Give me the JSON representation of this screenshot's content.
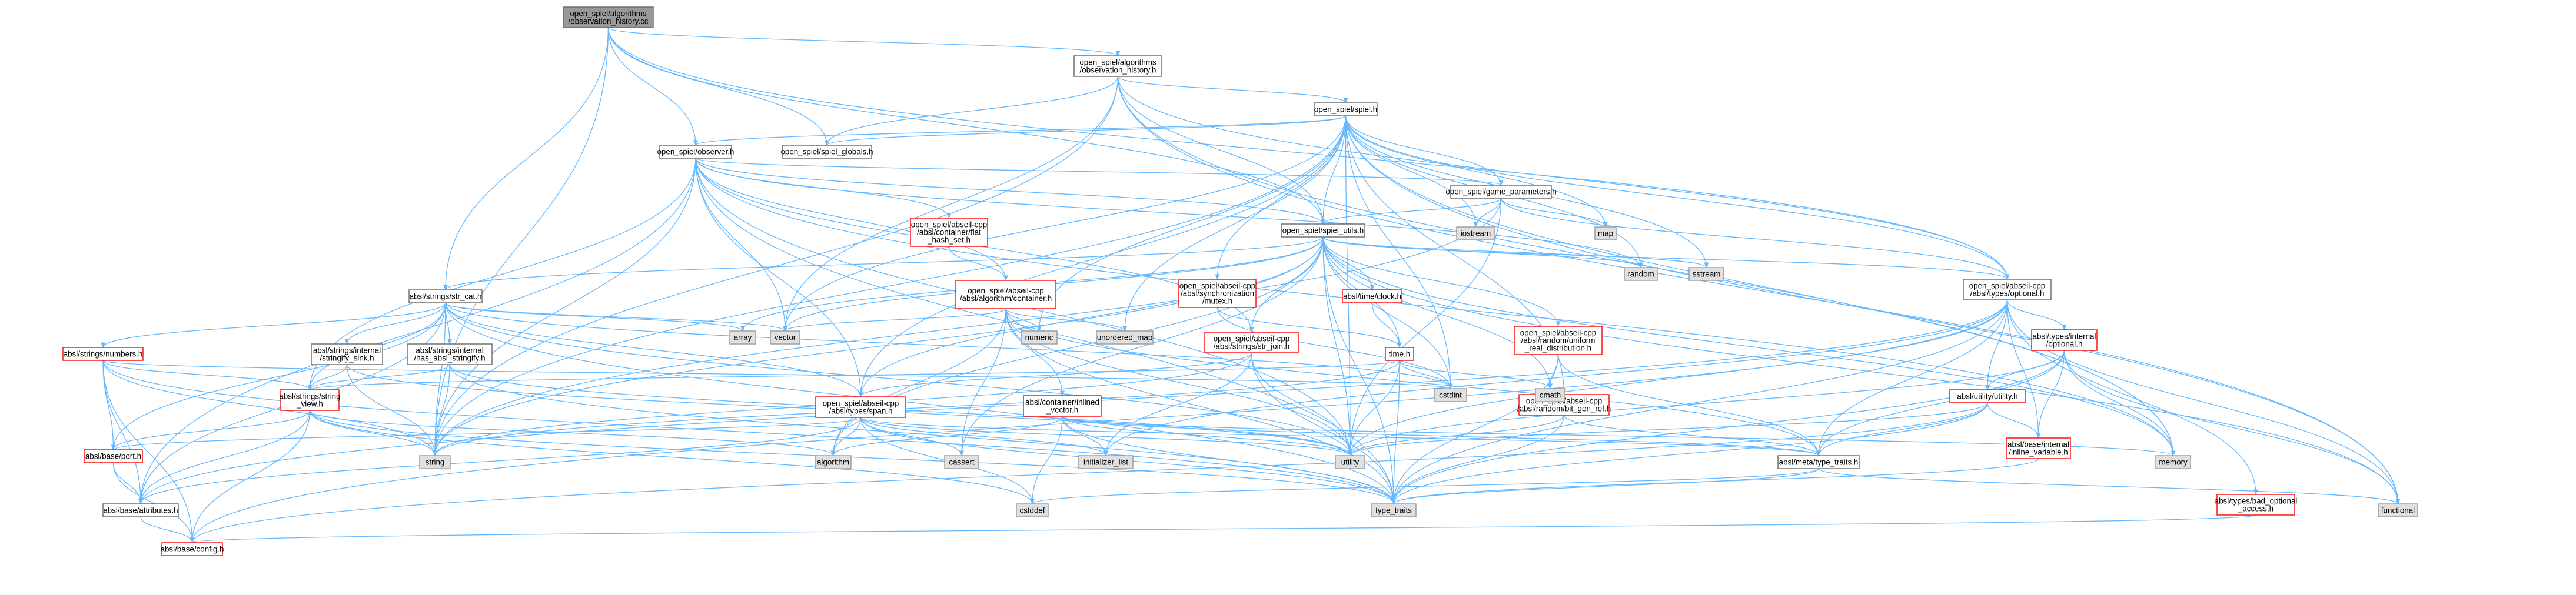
{
  "nodes": [
    {
      "id": "oh_cc",
      "lines": [
        "open_spiel/algorithms",
        "/observation_history.cc"
      ],
      "style": "root"
    },
    {
      "id": "oh_h",
      "lines": [
        "open_spiel/algorithms",
        "/observation_history.h"
      ],
      "style": "normal"
    },
    {
      "id": "spiel_h",
      "lines": [
        "open_spiel/spiel.h"
      ],
      "style": "normal"
    },
    {
      "id": "observer_h",
      "lines": [
        "open_spiel/observer.h"
      ],
      "style": "normal"
    },
    {
      "id": "spiel_globals",
      "lines": [
        "open_spiel/spiel_globals.h"
      ],
      "style": "normal"
    },
    {
      "id": "game_params",
      "lines": [
        "open_spiel/game_parameters.h"
      ],
      "style": "normal"
    },
    {
      "id": "flat_hash_set",
      "lines": [
        "open_spiel/abseil-cpp",
        "/absl/container/flat",
        "_hash_set.h"
      ],
      "style": "truncated"
    },
    {
      "id": "spiel_utils",
      "lines": [
        "open_spiel/spiel_utils.h"
      ],
      "style": "normal"
    },
    {
      "id": "absl_optional",
      "lines": [
        "open_spiel/abseil-cpp",
        "/absl/types/optional.h"
      ],
      "style": "normal"
    },
    {
      "id": "str_cat",
      "lines": [
        "absl/strings/str_cat.h"
      ],
      "style": "normal"
    },
    {
      "id": "algo_container",
      "lines": [
        "open_spiel/abseil-cpp",
        "/absl/algorithm/container.h"
      ],
      "style": "truncated"
    },
    {
      "id": "sync_mutex",
      "lines": [
        "open_spiel/abseil-cpp",
        "/absl/synchronization",
        "/mutex.h"
      ],
      "style": "truncated"
    },
    {
      "id": "clock_h",
      "lines": [
        "absl/time/clock.h"
      ],
      "style": "truncated"
    },
    {
      "id": "str_join",
      "lines": [
        "open_spiel/abseil-cpp",
        "/absl/strings/str_join.h"
      ],
      "style": "truncated"
    },
    {
      "id": "uniform_real",
      "lines": [
        "open_spiel/abseil-cpp",
        "/absl/random/uniform",
        "_real_distribution.h"
      ],
      "style": "truncated"
    },
    {
      "id": "types_internal_optional",
      "lines": [
        "absl/types/internal",
        "/optional.h"
      ],
      "style": "truncated"
    },
    {
      "id": "numbers_h",
      "lines": [
        "absl/strings/numbers.h"
      ],
      "style": "truncated"
    },
    {
      "id": "stringify_sink",
      "lines": [
        "absl/strings/internal",
        "/stringify_sink.h"
      ],
      "style": "normal"
    },
    {
      "id": "has_absl_stringify",
      "lines": [
        "absl/strings/internal",
        "/has_absl_stringify.h"
      ],
      "style": "normal"
    },
    {
      "id": "time_h",
      "lines": [
        "time.h"
      ],
      "style": "truncated"
    },
    {
      "id": "string_view",
      "lines": [
        "absl/strings/string",
        "_view.h"
      ],
      "style": "truncated"
    },
    {
      "id": "span_h",
      "lines": [
        "open_spiel/abseil-cpp",
        "/absl/types/span.h"
      ],
      "style": "truncated"
    },
    {
      "id": "inlined_vector",
      "lines": [
        "absl/container/inlined",
        "_vector.h"
      ],
      "style": "truncated"
    },
    {
      "id": "bit_gen_ref",
      "lines": [
        "open_spiel/abseil-cpp",
        "/absl/random/bit_gen_ref.h"
      ],
      "style": "truncated"
    },
    {
      "id": "utility_h",
      "lines": [
        "absl/utility/utility.h"
      ],
      "style": "truncated"
    },
    {
      "id": "inline_variable",
      "lines": [
        "absl/base/internal",
        "/inline_variable.h"
      ],
      "style": "truncated"
    },
    {
      "id": "bad_optional_access",
      "lines": [
        "absl/types/bad_optional",
        "_access.h"
      ],
      "style": "truncated"
    },
    {
      "id": "port_h",
      "lines": [
        "absl/base/port.h"
      ],
      "style": "truncated"
    },
    {
      "id": "attributes_h",
      "lines": [
        "absl/base/attributes.h"
      ],
      "style": "normal"
    },
    {
      "id": "config_h",
      "lines": [
        "absl/base/config.h"
      ],
      "style": "truncated"
    },
    {
      "id": "type_traits_h",
      "lines": [
        "absl/meta/type_traits.h"
      ],
      "style": "normal"
    },
    {
      "id": "std_iostream",
      "lines": [
        "iostream"
      ],
      "style": "system"
    },
    {
      "id": "std_map",
      "lines": [
        "map"
      ],
      "style": "system"
    },
    {
      "id": "std_random",
      "lines": [
        "random"
      ],
      "style": "system"
    },
    {
      "id": "std_sstream",
      "lines": [
        "sstream"
      ],
      "style": "system"
    },
    {
      "id": "std_array",
      "lines": [
        "array"
      ],
      "style": "system"
    },
    {
      "id": "std_vector",
      "lines": [
        "vector"
      ],
      "style": "system"
    },
    {
      "id": "std_numeric",
      "lines": [
        "numeric"
      ],
      "style": "system"
    },
    {
      "id": "std_unordered_map",
      "lines": [
        "unordered_map"
      ],
      "style": "system"
    },
    {
      "id": "std_cstdint",
      "lines": [
        "cstdint"
      ],
      "style": "system"
    },
    {
      "id": "std_cmath",
      "lines": [
        "cmath"
      ],
      "style": "system"
    },
    {
      "id": "std_string",
      "lines": [
        "string"
      ],
      "style": "system"
    },
    {
      "id": "std_algorithm",
      "lines": [
        "algorithm"
      ],
      "style": "system"
    },
    {
      "id": "std_cassert",
      "lines": [
        "cassert"
      ],
      "style": "system"
    },
    {
      "id": "std_utility",
      "lines": [
        "utility"
      ],
      "style": "system"
    },
    {
      "id": "std_initializer_list",
      "lines": [
        "initializer_list"
      ],
      "style": "system"
    },
    {
      "id": "std_cstddef",
      "lines": [
        "cstddef"
      ],
      "style": "system"
    },
    {
      "id": "std_type_traits",
      "lines": [
        "type_traits"
      ],
      "style": "system"
    },
    {
      "id": "std_memory",
      "lines": [
        "memory"
      ],
      "style": "system"
    },
    {
      "id": "std_functional",
      "lines": [
        "functional"
      ],
      "style": "system"
    }
  ],
  "edges": [
    [
      "oh_cc",
      "oh_h"
    ],
    [
      "oh_cc",
      "observer_h"
    ],
    [
      "oh_cc",
      "spiel_globals"
    ],
    [
      "oh_cc",
      "spiel_utils"
    ],
    [
      "oh_cc",
      "str_cat"
    ],
    [
      "oh_cc",
      "std_string"
    ],
    [
      "oh_cc",
      "absl_optional"
    ],
    [
      "oh_h",
      "spiel_h"
    ],
    [
      "oh_h",
      "spiel_globals"
    ],
    [
      "oh_h",
      "spiel_utils"
    ],
    [
      "oh_h",
      "absl_optional"
    ],
    [
      "oh_h",
      "std_memory"
    ],
    [
      "oh_h",
      "std_string"
    ],
    [
      "oh_h",
      "std_vector"
    ],
    [
      "oh_h",
      "std_functional"
    ],
    [
      "spiel_h",
      "observer_h"
    ],
    [
      "spiel_h",
      "spiel_globals"
    ],
    [
      "spiel_h",
      "game_params"
    ],
    [
      "spiel_h",
      "spiel_utils"
    ],
    [
      "spiel_h",
      "absl_optional"
    ],
    [
      "spiel_h",
      "sync_mutex"
    ],
    [
      "spiel_h",
      "bit_gen_ref"
    ],
    [
      "spiel_h",
      "span_h"
    ],
    [
      "spiel_h",
      "std_iostream"
    ],
    [
      "spiel_h",
      "std_map"
    ],
    [
      "spiel_h",
      "std_random"
    ],
    [
      "spiel_h",
      "std_sstream"
    ],
    [
      "spiel_h",
      "std_vector"
    ],
    [
      "spiel_h",
      "std_string"
    ],
    [
      "spiel_h",
      "std_numeric"
    ],
    [
      "spiel_h",
      "std_unordered_map"
    ],
    [
      "spiel_h",
      "std_utility"
    ],
    [
      "spiel_h",
      "std_memory"
    ],
    [
      "spiel_h",
      "std_functional"
    ],
    [
      "spiel_h",
      "std_cstdint"
    ],
    [
      "observer_h",
      "flat_hash_set"
    ],
    [
      "observer_h",
      "game_params"
    ],
    [
      "observer_h",
      "spiel_utils"
    ],
    [
      "observer_h",
      "algo_container"
    ],
    [
      "observer_h",
      "str_join"
    ],
    [
      "observer_h",
      "span_h"
    ],
    [
      "observer_h",
      "string_view"
    ],
    [
      "observer_h",
      "std_vector"
    ],
    [
      "observer_h",
      "std_string"
    ],
    [
      "observer_h",
      "std_utility"
    ],
    [
      "observer_h",
      "std_type_traits"
    ],
    [
      "observer_h",
      "std_memory"
    ],
    [
      "observer_h",
      "attributes_h"
    ],
    [
      "observer_h",
      "std_random"
    ],
    [
      "game_params",
      "spiel_utils"
    ],
    [
      "game_params",
      "std_iostream"
    ],
    [
      "game_params",
      "std_map"
    ],
    [
      "game_params",
      "std_string"
    ],
    [
      "game_params",
      "absl_optional"
    ],
    [
      "game_params",
      "std_utility"
    ],
    [
      "flat_hash_set",
      "algo_container"
    ],
    [
      "spiel_utils",
      "str_cat"
    ],
    [
      "spiel_utils",
      "std_vector"
    ],
    [
      "spiel_utils",
      "absl_optional"
    ],
    [
      "spiel_utils",
      "std_random"
    ],
    [
      "spiel_utils",
      "std_sstream"
    ],
    [
      "spiel_utils",
      "clock_h"
    ],
    [
      "spiel_utils",
      "str_join"
    ],
    [
      "spiel_utils",
      "uniform_real"
    ],
    [
      "spiel_utils",
      "span_h"
    ],
    [
      "spiel_utils",
      "std_array"
    ],
    [
      "spiel_utils",
      "std_cstdint"
    ],
    [
      "spiel_utils",
      "std_cmath"
    ],
    [
      "spiel_utils",
      "time_h"
    ],
    [
      "spiel_utils",
      "std_string"
    ],
    [
      "spiel_utils",
      "std_utility"
    ],
    [
      "spiel_utils",
      "std_type_traits"
    ],
    [
      "spiel_utils",
      "std_algorithm"
    ],
    [
      "spiel_utils",
      "std_functional"
    ],
    [
      "spiel_utils",
      "std_cassert"
    ],
    [
      "spiel_utils",
      "std_memory"
    ],
    [
      "absl_optional",
      "types_internal_optional"
    ],
    [
      "absl_optional",
      "utility_h"
    ],
    [
      "absl_optional",
      "inline_variable"
    ],
    [
      "absl_optional",
      "bad_optional_access"
    ],
    [
      "absl_optional",
      "type_traits_h"
    ],
    [
      "absl_optional",
      "std_utility"
    ],
    [
      "absl_optional",
      "std_functional"
    ],
    [
      "absl_optional",
      "std_initializer_list"
    ],
    [
      "absl_optional",
      "std_type_traits"
    ],
    [
      "absl_optional",
      "config_h"
    ],
    [
      "absl_optional",
      "attributes_h"
    ],
    [
      "str_cat",
      "numbers_h"
    ],
    [
      "str_cat",
      "stringify_sink"
    ],
    [
      "str_cat",
      "has_absl_stringify"
    ],
    [
      "str_cat",
      "string_view"
    ],
    [
      "str_cat",
      "std_array"
    ],
    [
      "str_cat",
      "std_string"
    ],
    [
      "str_cat",
      "std_vector"
    ],
    [
      "str_cat",
      "std_cstdint"
    ],
    [
      "str_cat",
      "std_type_traits"
    ],
    [
      "str_cat",
      "std_utility"
    ],
    [
      "str_cat",
      "port_h"
    ],
    [
      "str_cat",
      "attributes_h"
    ],
    [
      "str_cat",
      "span_h"
    ],
    [
      "algo_container",
      "std_algorithm"
    ],
    [
      "algo_container",
      "std_cassert"
    ],
    [
      "algo_container",
      "std_numeric"
    ],
    [
      "algo_container",
      "std_unordered_map"
    ],
    [
      "algo_container",
      "std_vector"
    ],
    [
      "algo_container",
      "inlined_vector"
    ],
    [
      "algo_container",
      "type_traits_h"
    ],
    [
      "algo_container",
      "std_utility"
    ],
    [
      "algo_container",
      "std_type_traits"
    ],
    [
      "sync_mutex",
      "time_h"
    ],
    [
      "sync_mutex",
      "std_cstdint"
    ],
    [
      "clock_h",
      "time_h"
    ],
    [
      "str_join",
      "std_string"
    ],
    [
      "str_join",
      "span_h"
    ],
    [
      "str_join",
      "std_initializer_list"
    ],
    [
      "str_join",
      "std_type_traits"
    ],
    [
      "str_join",
      "std_utility"
    ],
    [
      "uniform_real",
      "type_traits_h"
    ],
    [
      "uniform_real",
      "std_cmath"
    ],
    [
      "uniform_real",
      "std_type_traits"
    ],
    [
      "types_internal_optional",
      "utility_h"
    ],
    [
      "types_internal_optional",
      "inline_variable"
    ],
    [
      "types_internal_optional",
      "type_traits_h"
    ],
    [
      "types_internal_optional",
      "std_memory"
    ],
    [
      "types_internal_optional",
      "std_functional"
    ],
    [
      "types_internal_optional",
      "std_utility"
    ],
    [
      "types_internal_optional",
      "std_type_traits"
    ],
    [
      "numbers_h",
      "string_view"
    ],
    [
      "numbers_h",
      "port_h"
    ],
    [
      "numbers_h",
      "std_string"
    ],
    [
      "numbers_h",
      "std_cstdint"
    ],
    [
      "numbers_h",
      "std_type_traits"
    ],
    [
      "numbers_h",
      "config_h"
    ],
    [
      "numbers_h",
      "attributes_h"
    ],
    [
      "stringify_sink",
      "string_view"
    ],
    [
      "stringify_sink",
      "std_string"
    ],
    [
      "stringify_sink",
      "std_utility"
    ],
    [
      "has_absl_stringify",
      "string_view"
    ],
    [
      "has_absl_stringify",
      "std_string"
    ],
    [
      "has_absl_stringify",
      "std_type_traits"
    ],
    [
      "has_absl_stringify",
      "std_utility"
    ],
    [
      "time_h",
      "std_cmath"
    ],
    [
      "time_h",
      "std_cstdint"
    ],
    [
      "time_h",
      "string_view"
    ],
    [
      "time_h",
      "std_utility"
    ],
    [
      "time_h",
      "std_type_traits"
    ],
    [
      "time_h",
      "std_string"
    ],
    [
      "string_view",
      "port_h"
    ],
    [
      "string_view",
      "std_string"
    ],
    [
      "string_view",
      "std_algorithm"
    ],
    [
      "string_view",
      "std_cstddef"
    ],
    [
      "string_view",
      "attributes_h"
    ],
    [
      "string_view",
      "config_h"
    ],
    [
      "string_view",
      "std_type_traits"
    ],
    [
      "span_h",
      "std_algorithm"
    ],
    [
      "span_h",
      "std_cassert"
    ],
    [
      "span_h",
      "std_cstddef"
    ],
    [
      "span_h",
      "std_initializer_list"
    ],
    [
      "span_h",
      "std_type_traits"
    ],
    [
      "span_h",
      "std_utility"
    ],
    [
      "span_h",
      "type_traits_h"
    ],
    [
      "span_h",
      "attributes_h"
    ],
    [
      "span_h",
      "port_h"
    ],
    [
      "inlined_vector",
      "std_algorithm"
    ],
    [
      "inlined_vector",
      "std_cstddef"
    ],
    [
      "inlined_vector",
      "std_initializer_list"
    ],
    [
      "inlined_vector",
      "std_memory"
    ],
    [
      "inlined_vector",
      "std_type_traits"
    ],
    [
      "inlined_vector",
      "std_utility"
    ],
    [
      "inlined_vector",
      "type_traits_h"
    ],
    [
      "bit_gen_ref",
      "type_traits_h"
    ],
    [
      "bit_gen_ref",
      "std_type_traits"
    ],
    [
      "bit_gen_ref",
      "std_utility"
    ],
    [
      "utility_h",
      "type_traits_h"
    ],
    [
      "utility_h",
      "inline_variable"
    ],
    [
      "utility_h",
      "std_utility"
    ],
    [
      "utility_h",
      "std_type_traits"
    ],
    [
      "utility_h",
      "config_h"
    ],
    [
      "inline_variable",
      "std_type_traits"
    ],
    [
      "bad_optional_access",
      "config_h"
    ],
    [
      "port_h",
      "attributes_h"
    ],
    [
      "port_h",
      "config_h"
    ],
    [
      "attributes_h",
      "config_h"
    ],
    [
      "type_traits_h",
      "std_cstddef"
    ],
    [
      "type_traits_h",
      "std_functional"
    ],
    [
      "type_traits_h",
      "std_type_traits"
    ]
  ],
  "colors": {
    "edge": "#63b8ff",
    "root_fill": "#999999",
    "root_border": "#666666",
    "node_border": "#666666",
    "truncated_border": "#ff0000",
    "system_fill": "#e0e0e0",
    "system_border": "#999999"
  }
}
